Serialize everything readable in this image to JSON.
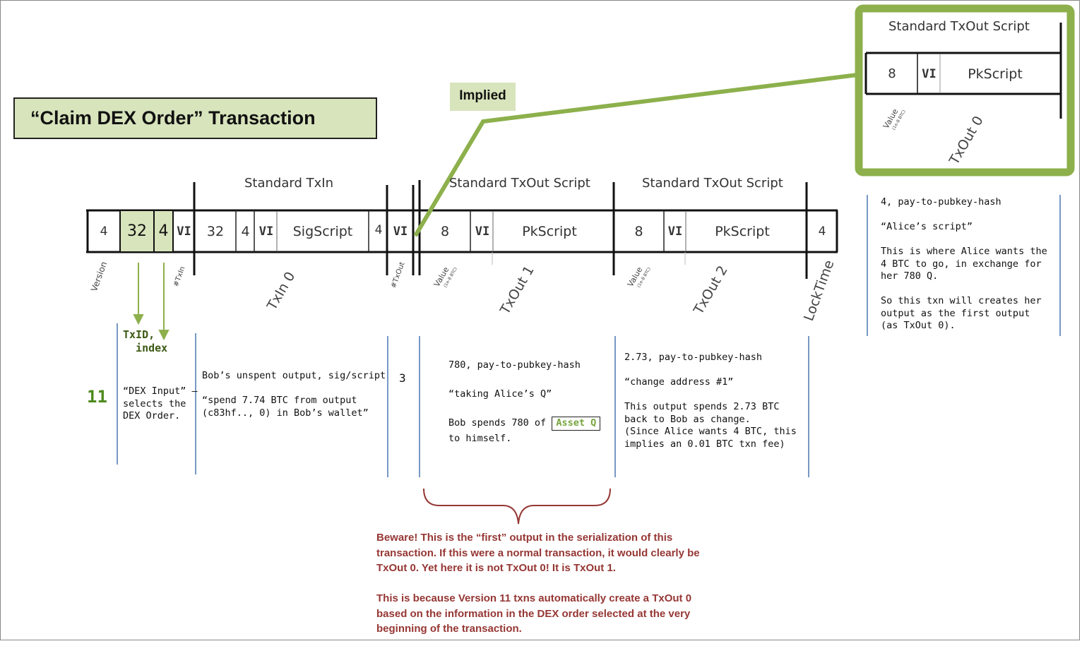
{
  "title": "“Claim DEX Order” Transaction",
  "implied_label": "Implied",
  "structure": {
    "version_cell": "4",
    "txid_cell": "32",
    "index_cell": "4",
    "vi": "VI",
    "txin_len_cell": "32",
    "txin_idx_cell": "4",
    "sigscript": "SigScript",
    "sequence_cell": "4",
    "value_cell": "8",
    "pkscript": "PkScript",
    "locktime_cell": "4",
    "header_txin": "Standard TxIn",
    "header_txout1": "Standard TxOut Script",
    "header_txout2": "Standard TxOut Script"
  },
  "rotated_labels": {
    "version": "Version",
    "txin_count": "#TxIn",
    "txin0": "TxIn 0",
    "txout_count": "#TxOut",
    "value": "Value",
    "value_sub": "(1e-8 BTC)",
    "txout1": "TxOut 1",
    "txout2": "TxOut 2",
    "locktime": "LockTime"
  },
  "inset": {
    "header": "Standard TxOut Script",
    "value_cell": "8",
    "vi": "VI",
    "pkscript": "PkScript",
    "value_label": "Value",
    "value_sub": "(1e-8 BTC)",
    "txout0": "TxOut 0",
    "note": "4, pay-to-pubkey-hash\n\n“Alice’s script”\n\nThis is where Alice wants the\n4 BTC to go, in exchange for\nher 780 Q.\n\nSo this txn will creates her\noutput as the first output\n(as TxOut 0)."
  },
  "annotations": {
    "version_number": "11",
    "txid_index": "TxID,\n  index",
    "dex_input": "“DEX Input” –\nselects the\nDEX Order.",
    "txin_note": "Bob’s unspent output, sig/script\n\n“spend 7.74 BTC from output\n(c83hf.., 0) in Bob’s wallet”",
    "txout_count_value": "3",
    "txout1_note_a": "780, pay-to-pubkey-hash\n\n“taking Alice’s Q”\n\nBob spends 780 of ",
    "asset_q": "Asset Q",
    "txout1_note_b": "to himself.",
    "txout2_note": "2.73, pay-to-pubkey-hash\n\n“change address #1”\n\nThis output spends 2.73 BTC\nback to Bob as change.\n(Since Alice wants 4 BTC, this\nimplies an 0.01 BTC txn fee)"
  },
  "warning": {
    "p1": "Beware! This is the “first” output in the serialization of this transaction. If this were a normal transaction, it would clearly be TxOut 0. Yet here it is not TxOut 0! It is TxOut 1.",
    "p2": "This is because Version 11 txns automatically create a TxOut 0 based on the information in the DEX order selected at the very beginning of the transaction."
  },
  "colors": {
    "accent_green": "#8db04c",
    "fill_green": "#d8e4bc",
    "warning_red": "#953734",
    "divider_blue": "#4a76b0"
  }
}
